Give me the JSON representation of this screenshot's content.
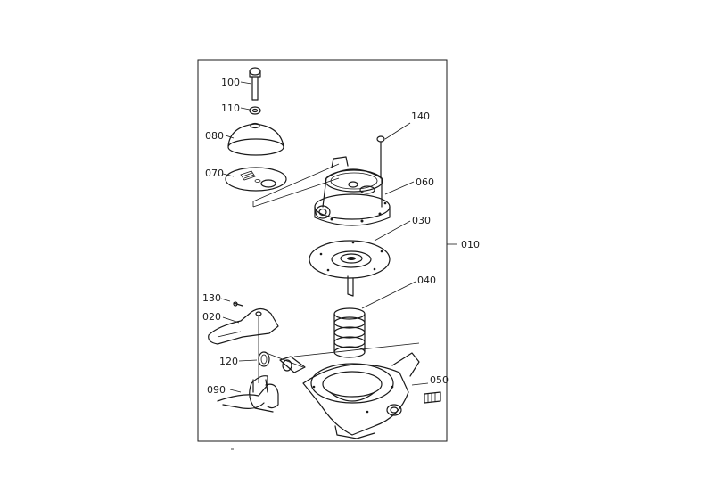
{
  "diagram": {
    "labels": {
      "p010": "010",
      "p020": "020",
      "p030": "030",
      "p040": "040",
      "p050": "050",
      "p060": "060",
      "p070": "070",
      "p080": "080",
      "p090": "090",
      "p100": "100",
      "p110": "110",
      "p120": "120",
      "p130": "130",
      "p140": "140"
    }
  }
}
